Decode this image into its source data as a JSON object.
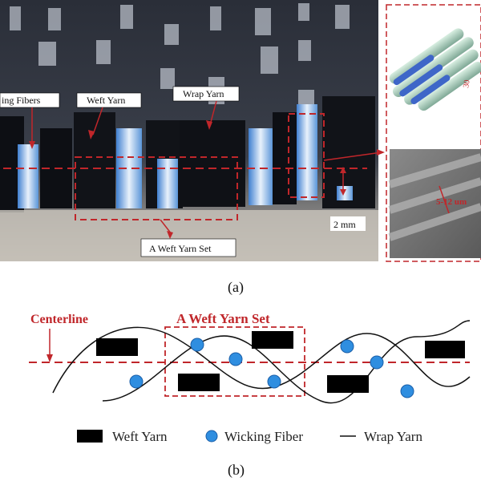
{
  "panel_a": {
    "labels": {
      "wicking_fibers": "ing  Fibers",
      "weft_yarn": "Weft Yarn",
      "wrap_yarn": "Wrap Yarn",
      "weft_set": "A Weft Yarn Set",
      "scale": "2 mm",
      "sem_scale": "5-12 um",
      "inset_angle": "30"
    },
    "caption": "(a)"
  },
  "panel_b": {
    "centerline_label": "Centerline",
    "set_label": "A Weft Yarn Set",
    "legend": {
      "weft": "Weft Yarn",
      "wicking": "Wicking Fiber",
      "wrap": "Wrap Yarn"
    },
    "caption": "(b)"
  },
  "colors": {
    "red": "#c0262a",
    "fiber_blue": "#2f8ee0",
    "weft_black": "#000000"
  }
}
